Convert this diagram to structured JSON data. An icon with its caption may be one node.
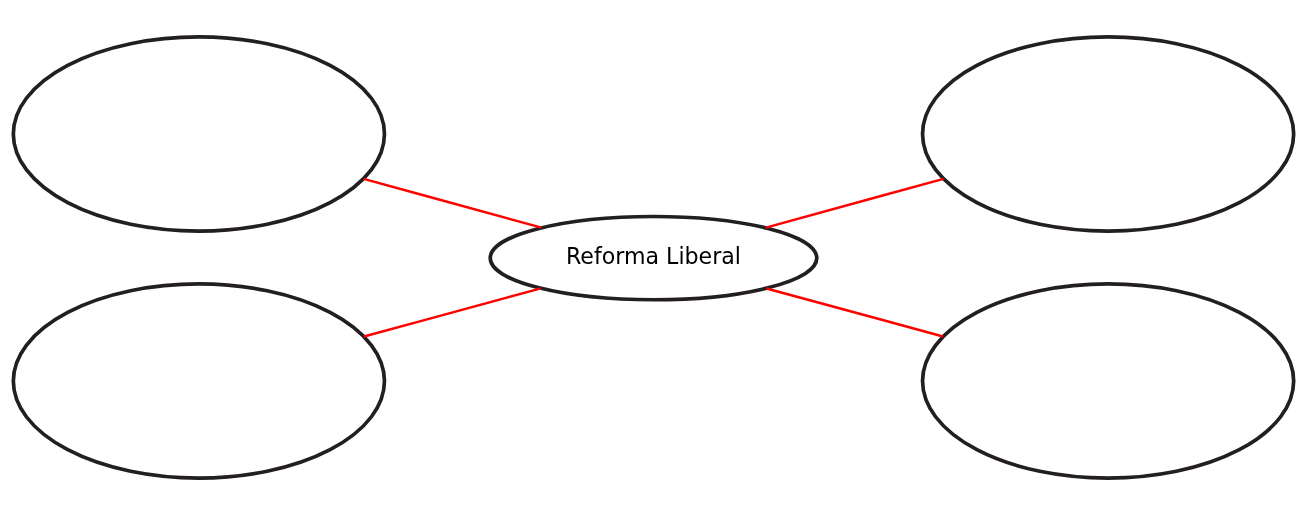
{
  "diagram": {
    "nodes": [
      {
        "text": [],
        "shape": "cloud"
      },
      {
        "text": [],
        "shape": "cloud"
      },
      {
        "text": [
          "Reforma Liberal"
        ]
      },
      {
        "text": [],
        "shape": "cloud"
      },
      {
        "text": [],
        "shape": "cloud"
      }
    ],
    "edges": [
      {
        "from": 0,
        "to": 2,
        "arrow": "none"
      },
      {
        "from": 3,
        "to": 2,
        "arrow": "none"
      },
      {
        "from": 2,
        "to": 1,
        "arrow": "none"
      },
      {
        "from": 2,
        "to": 4,
        "arrow": "none"
      }
    ]
  }
}
